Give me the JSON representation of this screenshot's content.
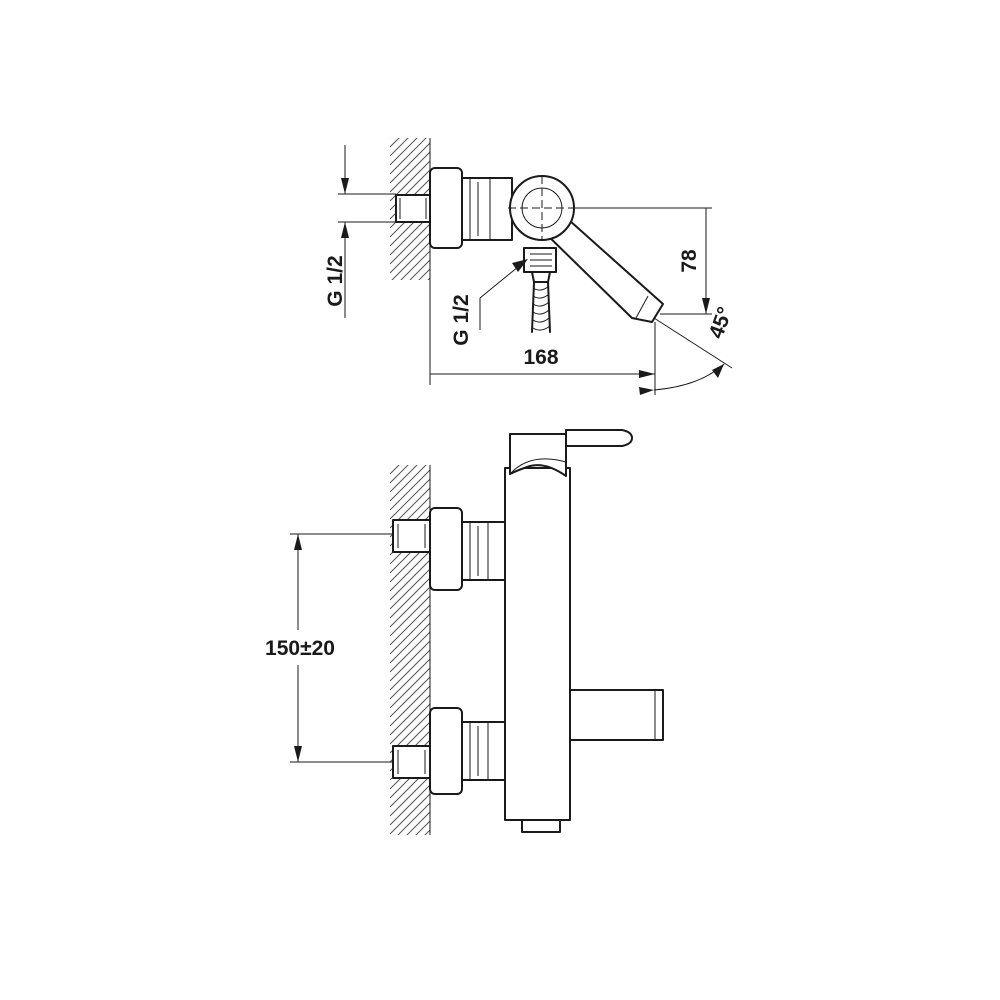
{
  "top_view": {
    "dim_inlet_thread": "G 1/2",
    "dim_outlet_thread": "G 1/2",
    "dim_length": "168",
    "dim_offset": "78",
    "dim_angle": "45°"
  },
  "front_view": {
    "dim_centers": "150±20"
  }
}
